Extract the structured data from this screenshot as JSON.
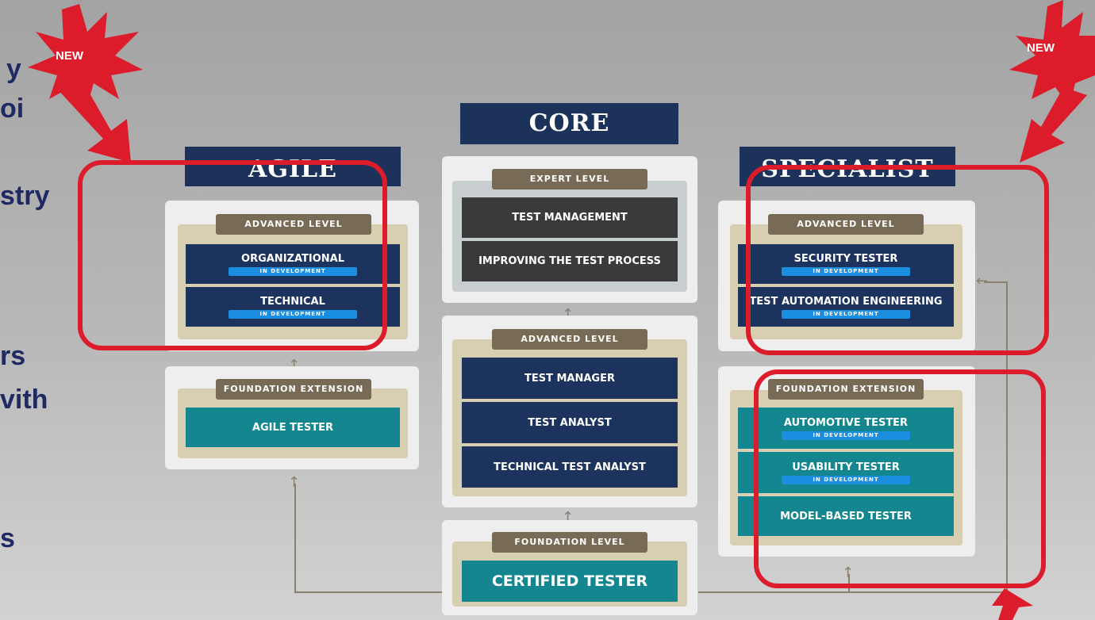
{
  "badges": {
    "new_left": "NEW",
    "new_right": "NEW"
  },
  "side_text": [
    "y",
    "oi",
    "stry",
    "rs",
    "vith",
    "s"
  ],
  "columns": {
    "agile": "AGILE",
    "core": "CORE",
    "specialist": "SPECIALIST"
  },
  "agile": {
    "advanced_label": "ADVANCED LEVEL",
    "organizational": "ORGANIZATIONAL",
    "technical": "TECHNICAL",
    "foundation_label": "FOUNDATION EXTENSION",
    "agile_tester": "AGILE TESTER"
  },
  "core": {
    "expert_label": "EXPERT LEVEL",
    "test_management": "TEST MANAGEMENT",
    "improving": "IMPROVING THE TEST PROCESS",
    "advanced_label": "ADVANCED LEVEL",
    "test_manager": "TEST MANAGER",
    "test_analyst": "TEST ANALYST",
    "technical_test_analyst": "TECHNICAL TEST ANALYST",
    "foundation_label": "FOUNDATION LEVEL",
    "certified_tester": "CERTIFIED TESTER"
  },
  "specialist": {
    "advanced_label": "ADVANCED LEVEL",
    "security_tester": "SECURITY TESTER",
    "test_automation": "TEST AUTOMATION ENGINEERING",
    "foundation_label": "FOUNDATION EXTENSION",
    "automotive": "AUTOMOTIVE TESTER",
    "usability": "USABILITY TESTER",
    "model_based": "MODEL-BASED TESTER"
  },
  "in_development": "IN DEVELOPMENT",
  "colors": {
    "navy": "#1c335d",
    "teal": "#13868f",
    "dark": "#3a3a3a",
    "pill": "#776b55",
    "red": "#dc1c2a",
    "badge": "#1b8ee0"
  }
}
